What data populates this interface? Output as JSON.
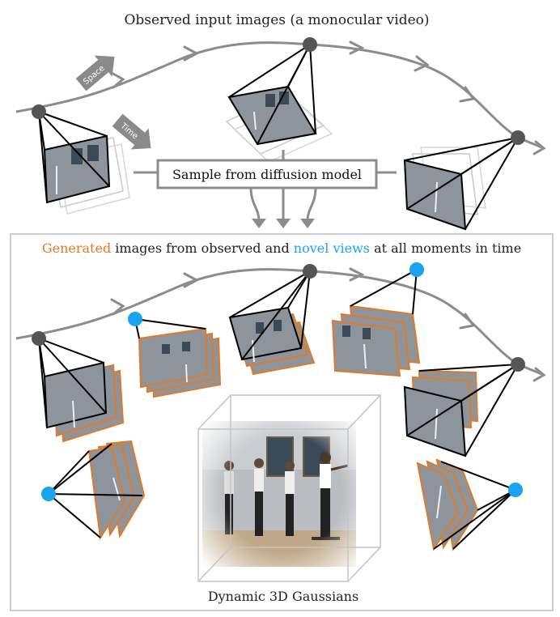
{
  "top_title": "Observed input images (a monocular video)",
  "space_label": "Space",
  "time_label": "Time",
  "sample_box_label": "Sample from diffusion model",
  "bottom_title": {
    "part1": "Generated",
    "part2": " images from observed and ",
    "part3": "novel views",
    "part4": " at all moments in time"
  },
  "bottom_caption": "Dynamic 3D Gaussians",
  "colors": {
    "trajectory": "#8c8c8c",
    "observed_camera": "#555555",
    "novel_camera": "#1aa3ef",
    "generated_frame": "#e07a26",
    "novel_text": "#1aa3ef",
    "generated_text": "#e07a26",
    "panel_border": "#bdbdbd"
  }
}
